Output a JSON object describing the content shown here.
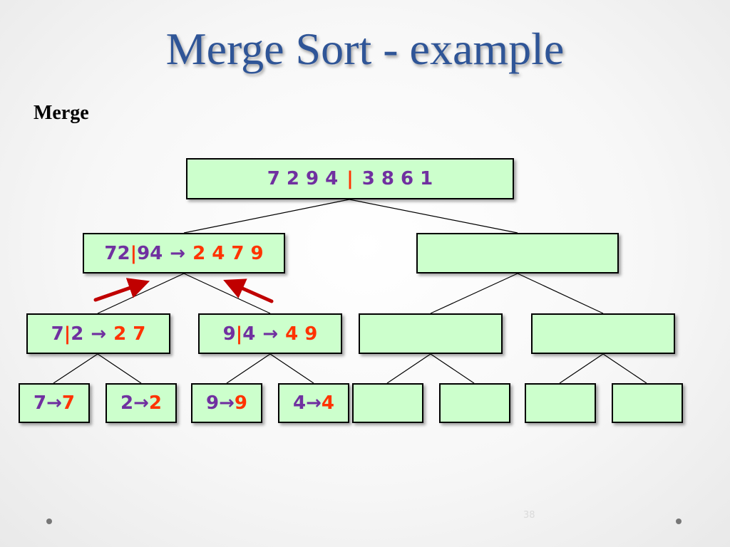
{
  "title": "Merge Sort - example",
  "subtitle": "Merge",
  "slide_number": "38",
  "colors": {
    "title": "#2f5597",
    "box_fill": "#ccffcc",
    "input_text": "#7030a0",
    "output_text": "#ff3300",
    "arrow_red": "#c00000"
  },
  "nodes": {
    "root": {
      "left": "7 2 9 4",
      "sep": "|",
      "right": "3 8 6 1"
    },
    "l1_left": {
      "a": "72",
      "sep": "|",
      "b": "94",
      "arrow": "→",
      "result": "2 4 7 9"
    },
    "l1_right": {},
    "l2_0": {
      "a": "7",
      "sep": "|",
      "b": "2",
      "arrow": "→",
      "result": "2 7"
    },
    "l2_1": {
      "a": "9",
      "sep": "|",
      "b": "4",
      "arrow": "→",
      "result": "4 9"
    },
    "l2_2": {},
    "l2_3": {},
    "l3_0": {
      "a": "7",
      "arrow": "→",
      "result": "7"
    },
    "l3_1": {
      "a": "2",
      "arrow": "→",
      "result": "2"
    },
    "l3_2": {
      "a": "9",
      "arrow": "→",
      "result": "9"
    },
    "l3_3": {
      "a": "4",
      "arrow": "→",
      "result": "4"
    },
    "l3_4": {},
    "l3_5": {},
    "l3_6": {},
    "l3_7": {}
  }
}
